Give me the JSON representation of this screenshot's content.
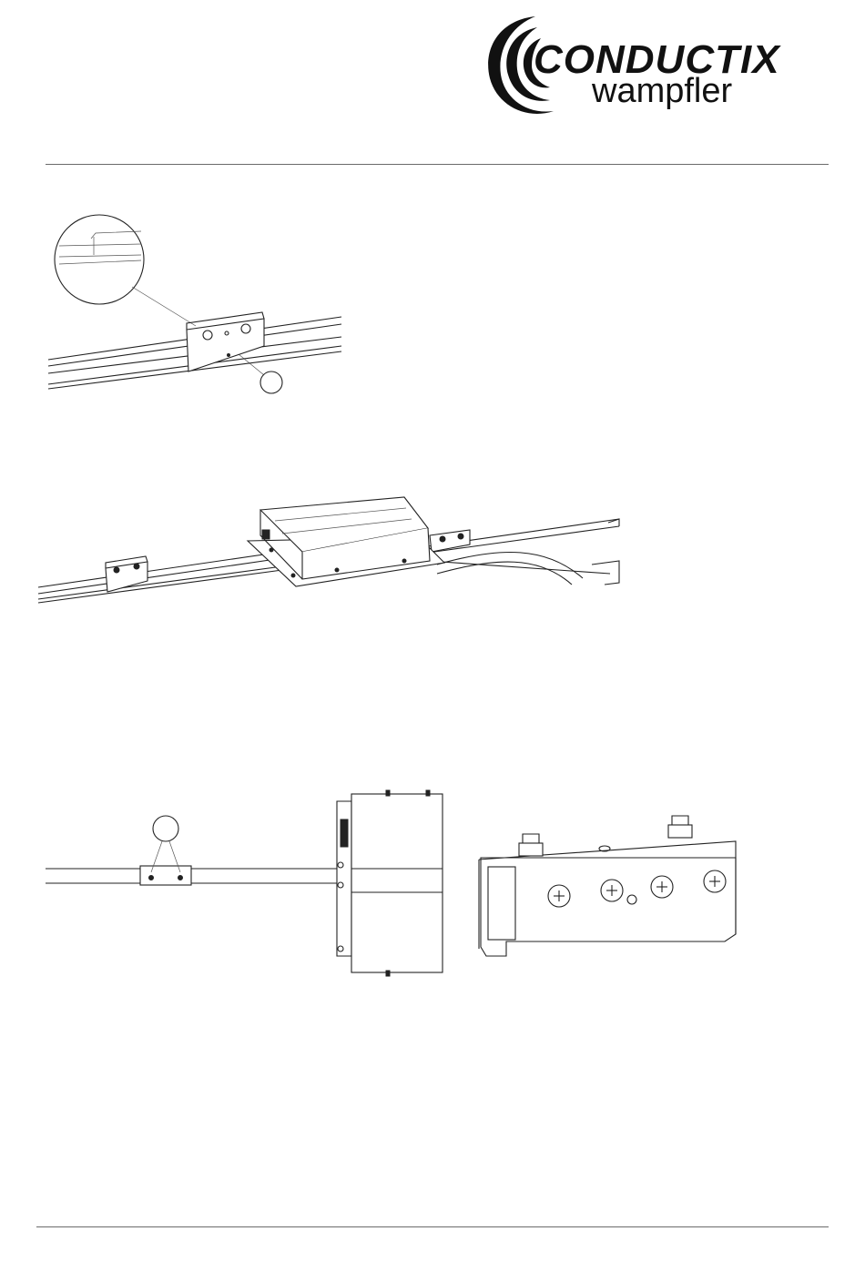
{
  "brand": {
    "name_line1": "CONDUCTIX",
    "name_line2": "wampfler"
  },
  "colors": {
    "line": "#222222",
    "rule": "#6b6b6b",
    "background": "#ffffff"
  },
  "figures": [
    {
      "id": "rail-joint-detail",
      "icon": "rail-joint-with-magnified-detail"
    },
    {
      "id": "power-feed-box",
      "icon": "rail-with-feed-box-and-cable"
    },
    {
      "id": "top-view-and-clamp",
      "icon": "rail-top-view-and-joint-clamp-cross-section"
    }
  ]
}
